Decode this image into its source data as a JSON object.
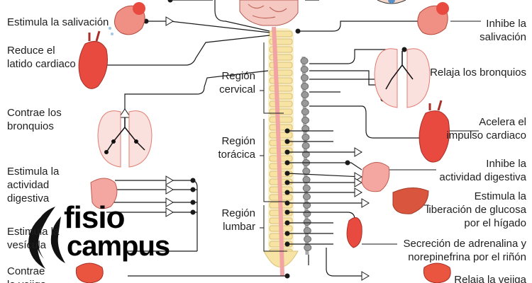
{
  "labels": {
    "stimulate_salivation": "Estimula la salivación",
    "reduce_heart_rate": "Reduce el\nlatido cardiaco",
    "contract_bronchi": "Contrae los\nbronquios",
    "stimulate_digestion": "Estimula la\nactividad\ndigestiva",
    "stimulate_bladder_partial": "Estimula la\nvesícula",
    "contract_bladder_partial": "Contrae\nla vejiga",
    "inhibit_salivation": "Inhibe la\nsalivación",
    "relax_bronchi": "Relaja los bronquios",
    "accelerate_heart": "Acelera el\nimpulso cardiaco",
    "inhibit_digestion": "Inhibe la\nactividad digestiva",
    "glucose_release": "Estimula la\nliberación de glucosa\npor el hígado",
    "adrenaline": "Secreción de adrenalina y\nnorepinefrina por el riñón",
    "relax_bladder_partial": "Relaja la vejiga"
  },
  "regions": {
    "cervical": "Región\ncervical",
    "thoracic": "Región\ntorácica",
    "lumbar": "Región\nlumbar"
  },
  "logo": {
    "line1": "fisio",
    "line2": "campus"
  },
  "colors": {
    "organ_red": "#e8453c",
    "organ_pink": "#f4a7a0",
    "spine_yellow": "#f7e3a3",
    "spinal_cord_pink": "#f2a3a3",
    "chain_gray": "#a8a8a8",
    "line": "#1a1a1a"
  }
}
